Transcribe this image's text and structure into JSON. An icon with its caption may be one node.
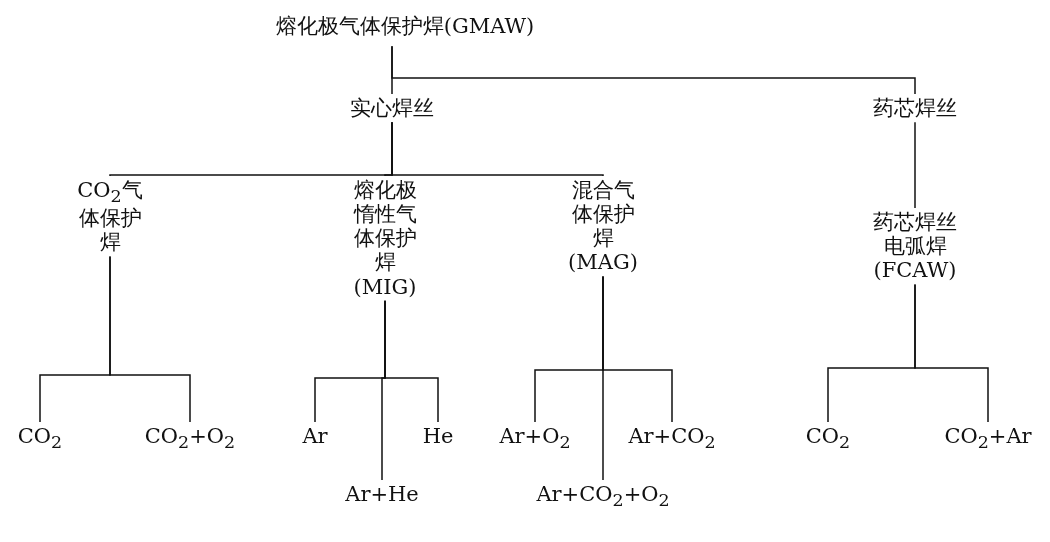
{
  "diagram": {
    "nodes": [
      {
        "text": [
          "熔化极气体保护焊(GMAW)"
        ]
      },
      {
        "text": [
          "实心焊丝"
        ]
      },
      {
        "text": [
          "药芯焊丝"
        ]
      },
      {
        "text": [
          "CO$_{2}$气体保护焊"
        ]
      },
      {
        "text": [
          "熔化极惰性气体保护焊(MIG)"
        ]
      },
      {
        "text": [
          "混合气体保护焊(MAG)"
        ]
      },
      {
        "text": [
          "药芯焊丝电弧焊(FCAW)"
        ]
      },
      {
        "text": [
          "CO$_{2}$"
        ]
      },
      {
        "text": [
          "CO$_{2}$+O$_{2}$"
        ]
      },
      {
        "text": [
          "Ar"
        ]
      },
      {
        "text": [
          "He"
        ]
      },
      {
        "text": [
          "Ar+He"
        ]
      },
      {
        "text": [
          "Ar+O$_{2}$"
        ]
      },
      {
        "text": [
          "Ar+CO$_{2}$"
        ]
      },
      {
        "text": [
          "Ar+CO$_{2}$+O$_{2}$"
        ]
      },
      {
        "text": [
          "CO$_{2}$"
        ]
      },
      {
        "text": [
          "CO$_{2}$+Ar"
        ]
      }
    ],
    "edges": [
      {
        "from": 0,
        "to": 1,
        "arrow": "none"
      },
      {
        "from": 0,
        "to": 2,
        "arrow": "none"
      },
      {
        "from": 1,
        "to": 3,
        "arrow": "none"
      },
      {
        "from": 1,
        "to": 4,
        "arrow": "none"
      },
      {
        "from": 1,
        "to": 5,
        "arrow": "none"
      },
      {
        "from": 2,
        "to": 6,
        "arrow": "none"
      },
      {
        "from": 3,
        "to": 7,
        "arrow": "none"
      },
      {
        "from": 3,
        "to": 8,
        "arrow": "none"
      },
      {
        "from": 4,
        "to": 9,
        "arrow": "none"
      },
      {
        "from": 4,
        "to": 10,
        "arrow": "none"
      },
      {
        "from": 4,
        "to": 11,
        "arrow": "none"
      },
      {
        "from": 5,
        "to": 12,
        "arrow": "none"
      },
      {
        "from": 5,
        "to": 13,
        "arrow": "none"
      },
      {
        "from": 5,
        "to": 14,
        "arrow": "none"
      },
      {
        "from": 6,
        "to": 15,
        "arrow": "none"
      },
      {
        "from": 6,
        "to": 16,
        "arrow": "none"
      }
    ]
  }
}
